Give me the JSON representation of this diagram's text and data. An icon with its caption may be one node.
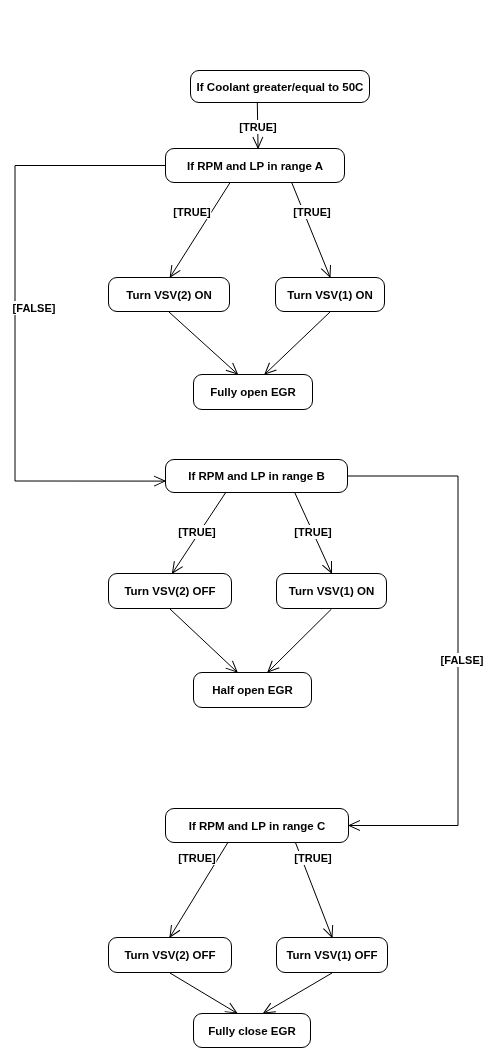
{
  "diagram": {
    "nodes": [
      {
        "text": [
          "If Coolant greater/equal to 50C"
        ]
      },
      {
        "text": [
          "If RPM and LP in range A"
        ]
      },
      {
        "text": [
          "Turn VSV(2) ON"
        ]
      },
      {
        "text": [
          "Turn VSV(1) ON"
        ]
      },
      {
        "text": [
          "Fully open EGR"
        ]
      },
      {
        "text": [
          "If RPM and LP in range B"
        ]
      },
      {
        "text": [
          "Turn VSV(2) OFF"
        ]
      },
      {
        "text": [
          "Turn VSV(1) ON"
        ]
      },
      {
        "text": [
          "Half open EGR"
        ]
      },
      {
        "text": [
          "If RPM and LP in range C"
        ]
      },
      {
        "text": [
          "Turn VSV(2) OFF"
        ]
      },
      {
        "text": [
          "Turn VSV(1) OFF"
        ]
      },
      {
        "text": [
          "Fully close EGR"
        ]
      }
    ],
    "edges": [
      {
        "from": 0,
        "to": 1,
        "arrow": "to",
        "label": "[TRUE]"
      },
      {
        "from": 1,
        "to": 2,
        "arrow": "to",
        "label": "[TRUE]"
      },
      {
        "from": 1,
        "to": 3,
        "arrow": "to",
        "label": "[TRUE]"
      },
      {
        "from": 2,
        "to": 4,
        "arrow": "to"
      },
      {
        "from": 3,
        "to": 4,
        "arrow": "to"
      },
      {
        "from": 1,
        "to": 5,
        "arrow": "to",
        "label": "[FALSE]"
      },
      {
        "from": 5,
        "to": 6,
        "arrow": "to",
        "label": "[TRUE]"
      },
      {
        "from": 5,
        "to": 7,
        "arrow": "to",
        "label": "[TRUE]"
      },
      {
        "from": 6,
        "to": 8,
        "arrow": "to"
      },
      {
        "from": 7,
        "to": 8,
        "arrow": "to"
      },
      {
        "from": 5,
        "to": 9,
        "arrow": "to",
        "label": "[FALSE]"
      },
      {
        "from": 9,
        "to": 10,
        "arrow": "to",
        "label": "[TRUE]"
      },
      {
        "from": 9,
        "to": 11,
        "arrow": "to",
        "label": "[TRUE]"
      },
      {
        "from": 10,
        "to": 12,
        "arrow": "to"
      },
      {
        "from": 11,
        "to": 12,
        "arrow": "to"
      }
    ]
  }
}
